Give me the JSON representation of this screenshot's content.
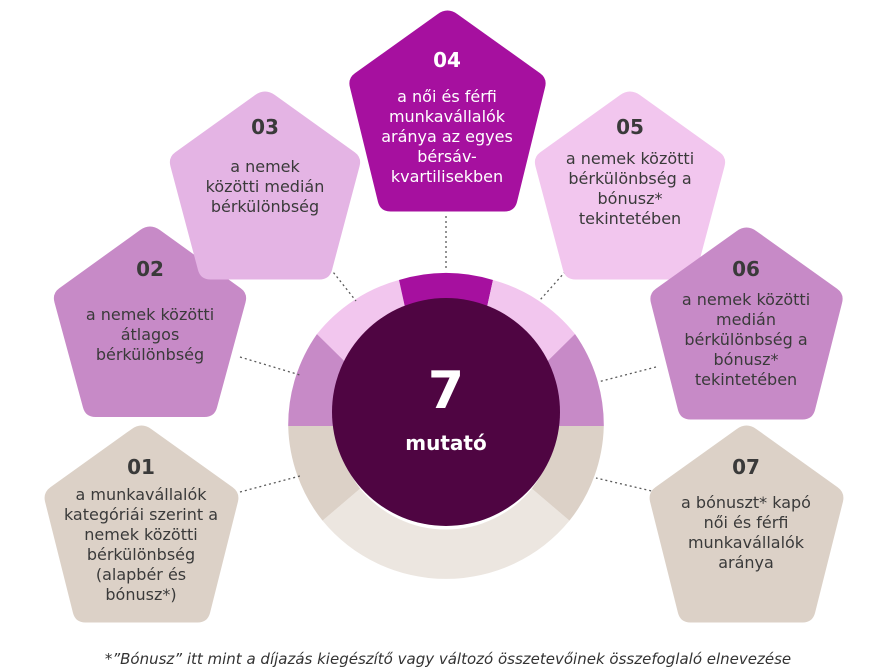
{
  "center": {
    "number": "7",
    "label": "mutató"
  },
  "colors": {
    "beige": "#dcd1c7",
    "beige_light": "#ece6e0",
    "lilac_mid": "#c78ac7",
    "lilac_light": "#e4b4e4",
    "magenta": "#a6109f",
    "pale_pink": "#f2c6ee",
    "dark_center": "#4f0542"
  },
  "cards": [
    {
      "number": "01",
      "lines": [
        "a munkavállalók",
        "kategóriái szerint a",
        "nemek közötti",
        "bérkülönbség",
        "(alapbér és",
        "bónusz*)"
      ]
    },
    {
      "number": "02",
      "lines": [
        "a nemek közötti",
        "átlagos",
        "bérkülönbség"
      ]
    },
    {
      "number": "03",
      "lines": [
        "a nemek",
        "közötti medián",
        "bérkülönbség"
      ]
    },
    {
      "number": "04",
      "lines": [
        "a női és férfi",
        "munkavállalók",
        "aránya az egyes",
        "bérsáv-",
        "kvartilisekben"
      ]
    },
    {
      "number": "05",
      "lines": [
        "a nemek közötti",
        "bérkülönbség a",
        "bónusz*",
        "tekintetében"
      ]
    },
    {
      "number": "06",
      "lines": [
        "a nemek közötti",
        "medián",
        "bérkülönbség a",
        "bónusz*",
        "tekintetében"
      ]
    },
    {
      "number": "07",
      "lines": [
        "a bónuszt* kapó",
        "női és férfi",
        "munkavállalók",
        "aránya"
      ]
    }
  ],
  "footnote": "*”Bónusz” itt mint a díjazás kiegészítő vagy változó összetevőinek összefoglaló elnevezése"
}
